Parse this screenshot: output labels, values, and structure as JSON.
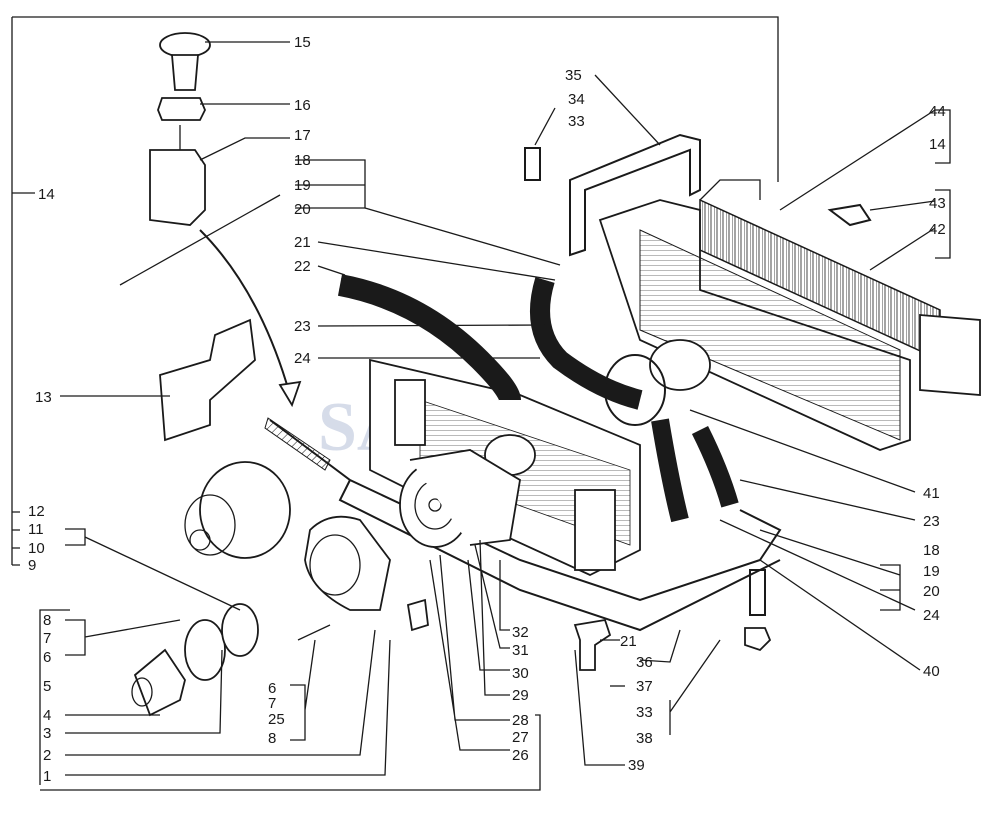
{
  "watermark": "SANTA",
  "callouts": {
    "l1": "1",
    "l2": "2",
    "l3": "3",
    "l4": "4",
    "l5": "5",
    "l6": "6",
    "l7": "7",
    "l8": "8",
    "l9": "9",
    "l10": "10",
    "l11": "11",
    "l12": "12",
    "l13": "13",
    "l14": "14",
    "l15": "15",
    "l16": "16",
    "l17": "17",
    "l18": "18",
    "l19": "19",
    "l20": "20",
    "l21": "21",
    "l22": "22",
    "l23": "23",
    "l24": "24",
    "l25": "25",
    "l26": "26",
    "l27": "27",
    "l28": "28",
    "l29": "29",
    "l30": "30",
    "l31": "31",
    "l32": "32",
    "l33": "33",
    "l34": "34",
    "l35": "35",
    "l36": "36",
    "l37": "37",
    "l38": "38",
    "l39": "39",
    "l40": "40",
    "l41": "41",
    "l42": "42",
    "l43": "43",
    "l44": "44"
  }
}
